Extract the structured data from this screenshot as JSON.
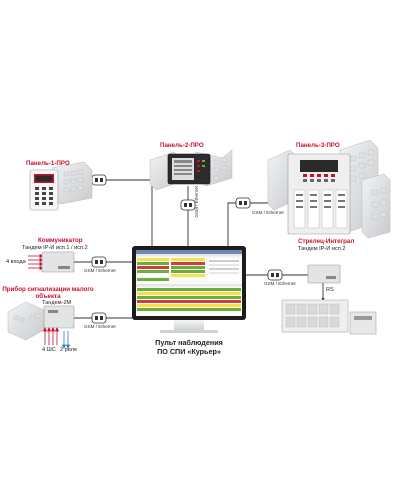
{
  "devices": {
    "panel1": {
      "title": "Панель-1-ПРО"
    },
    "panel2": {
      "title": "Панель-2-ПРО"
    },
    "panel3": {
      "title": "Панель-3-ПРО"
    },
    "communicator": {
      "title": "Коммуникатор",
      "subtitle": "Тандем IP-И исп.1 / исп.2",
      "inputs": "4 входа"
    },
    "small_object": {
      "title": "Прибор сигнализации малого объекта",
      "subtitle": "Тандем-2М",
      "zones": "4 ШС",
      "relays": "2 реле"
    },
    "strelets": {
      "title": "Стрелец-Интеграл",
      "subtitle": "Тандем IP-И исп.2",
      "bus": "RS"
    }
  },
  "connection_label": "GSM / Ethernet",
  "center": {
    "line1": "Пульт наблюдения",
    "line2": "ПО СПИ «Курьер»"
  },
  "colors": {
    "accent": "#c8102e",
    "line": "#333333",
    "screen_green": "#6cae3a",
    "screen_red": "#d63a3a",
    "screen_yellow": "#f3e24b"
  }
}
